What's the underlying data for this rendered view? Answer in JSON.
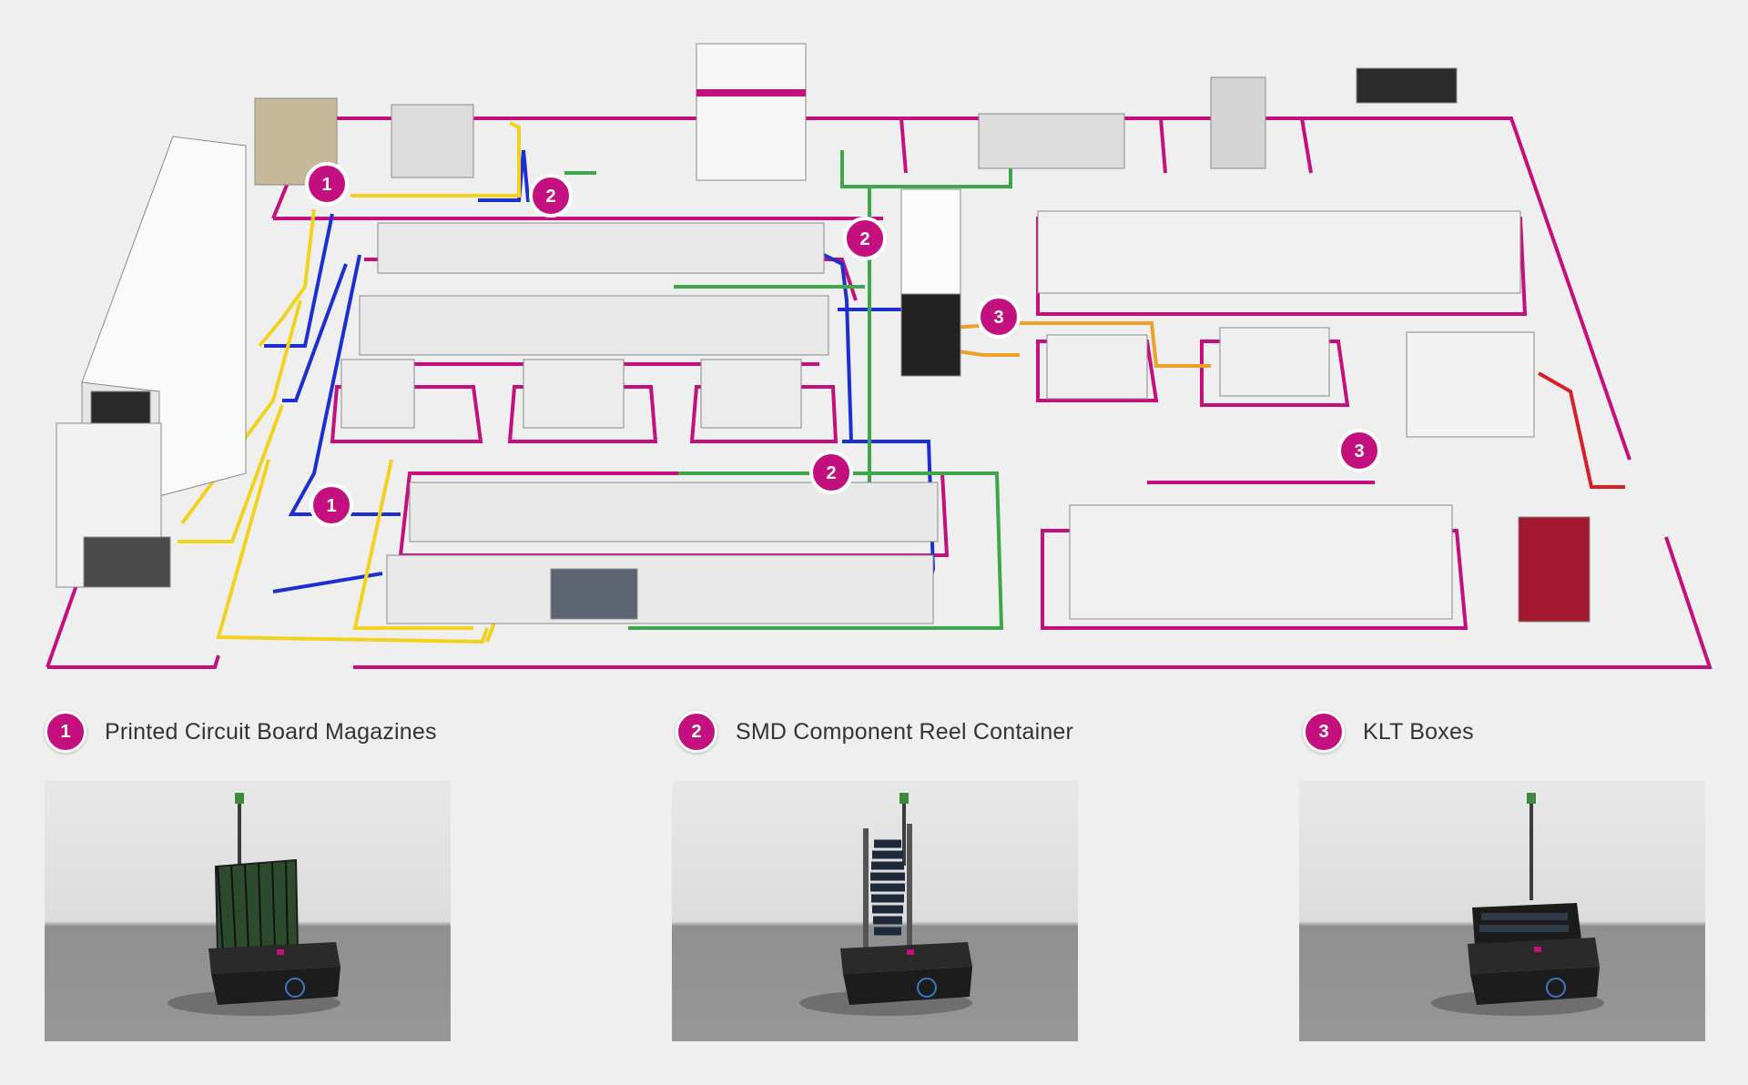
{
  "colors": {
    "accent": "#c4107f",
    "route_blue": "#1d2fd0",
    "route_yellow": "#f2d21c",
    "route_green": "#3fa64a",
    "route_orange": "#f0a02a",
    "route_red": "#d81f26"
  },
  "markers": [
    {
      "number": "1"
    },
    {
      "number": "2"
    },
    {
      "number": "2"
    },
    {
      "number": "3"
    },
    {
      "number": "1"
    },
    {
      "number": "2"
    },
    {
      "number": "3"
    }
  ],
  "legend": [
    {
      "number": "1",
      "label": "Printed Circuit Board Magazines"
    },
    {
      "number": "2",
      "label": "SMD Component Reel Container"
    },
    {
      "number": "3",
      "label": "KLT Boxes"
    }
  ],
  "photos": [
    {
      "payload": "pcb-magazine"
    },
    {
      "payload": "reel-container"
    },
    {
      "payload": "klt-boxes"
    }
  ]
}
